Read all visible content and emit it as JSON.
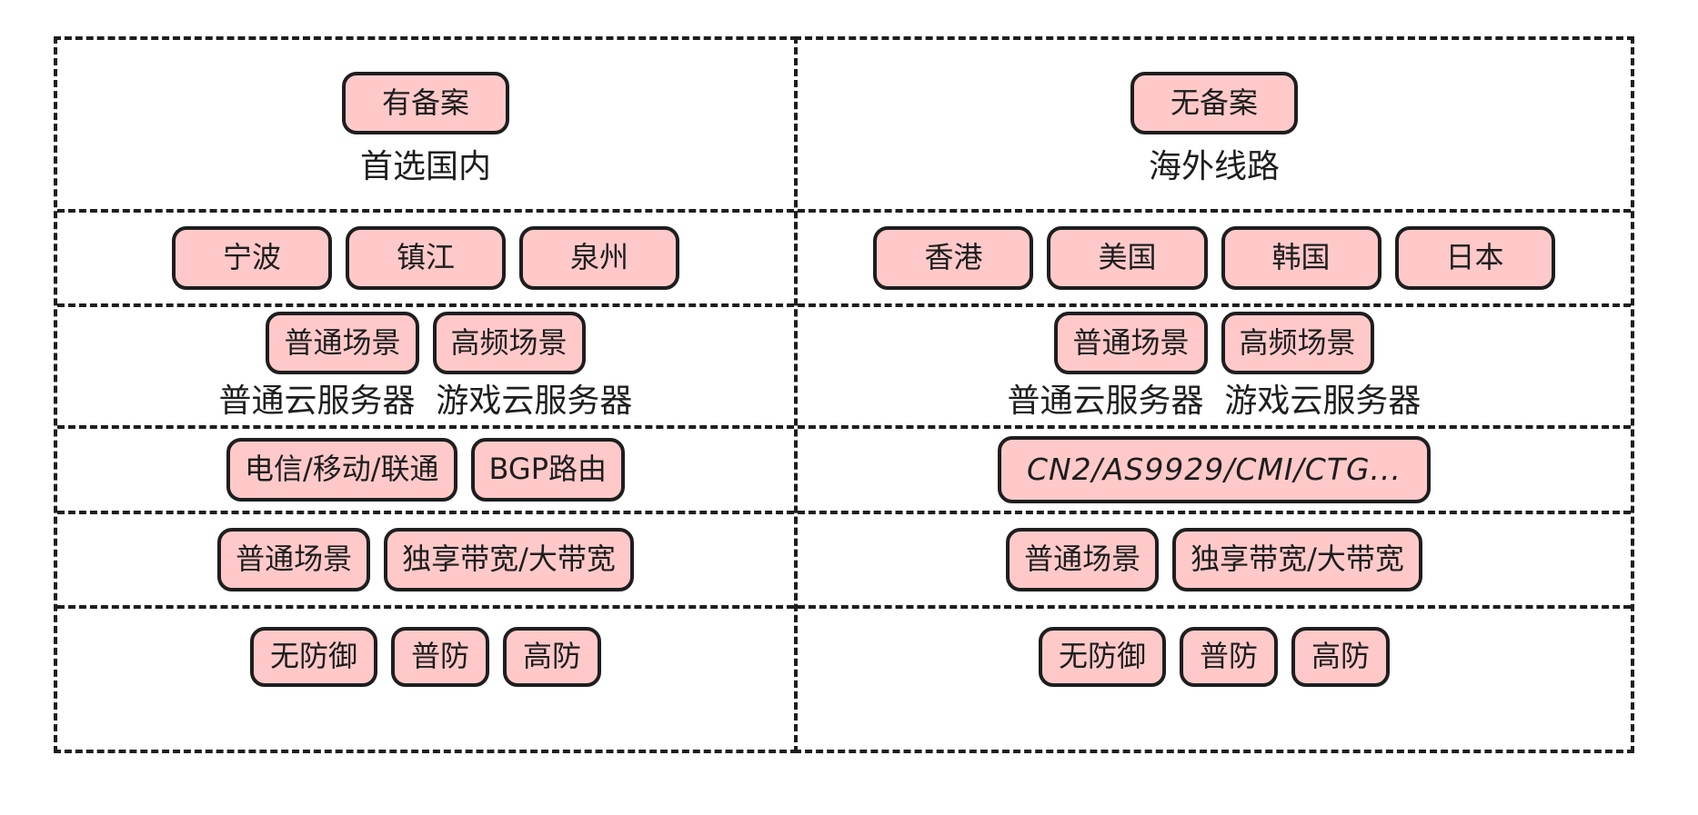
{
  "style": {
    "badge_fill": "#ffc9c9",
    "stroke": "#1e1e1e",
    "background": "#ffffff"
  },
  "diagram": {
    "columns": [
      {
        "name": "domestic",
        "rows": [
          {
            "name": "filing-status",
            "badges": [
              "有备案"
            ],
            "caption": "首选国内"
          },
          {
            "name": "region",
            "badges": [
              "宁波",
              "镇江",
              "泉州"
            ]
          },
          {
            "name": "server-type",
            "badges": [
              "普通场景",
              "高频场景"
            ],
            "caption": "普通云服务器  游戏云服务器"
          },
          {
            "name": "network-line",
            "badges": [
              "电信/移动/联通",
              "BGP路由"
            ]
          },
          {
            "name": "bandwidth",
            "badges": [
              "普通场景",
              "独享带宽/大带宽"
            ]
          },
          {
            "name": "ddos-protection",
            "badges": [
              "无防御",
              "普防",
              "高防"
            ]
          }
        ]
      },
      {
        "name": "overseas",
        "rows": [
          {
            "name": "filing-status",
            "badges": [
              "无备案"
            ],
            "caption": "海外线路"
          },
          {
            "name": "region",
            "badges": [
              "香港",
              "美国",
              "韩国",
              "日本"
            ]
          },
          {
            "name": "server-type",
            "badges": [
              "普通场景",
              "高频场景"
            ],
            "caption": "普通云服务器  游戏云服务器"
          },
          {
            "name": "network-line",
            "badges": [
              "CN2/AS9929/CMI/CTG..."
            ]
          },
          {
            "name": "bandwidth",
            "badges": [
              "普通场景",
              "独享带宽/大带宽"
            ]
          },
          {
            "name": "ddos-protection",
            "badges": [
              "无防御",
              "普防",
              "高防"
            ]
          }
        ]
      }
    ]
  }
}
